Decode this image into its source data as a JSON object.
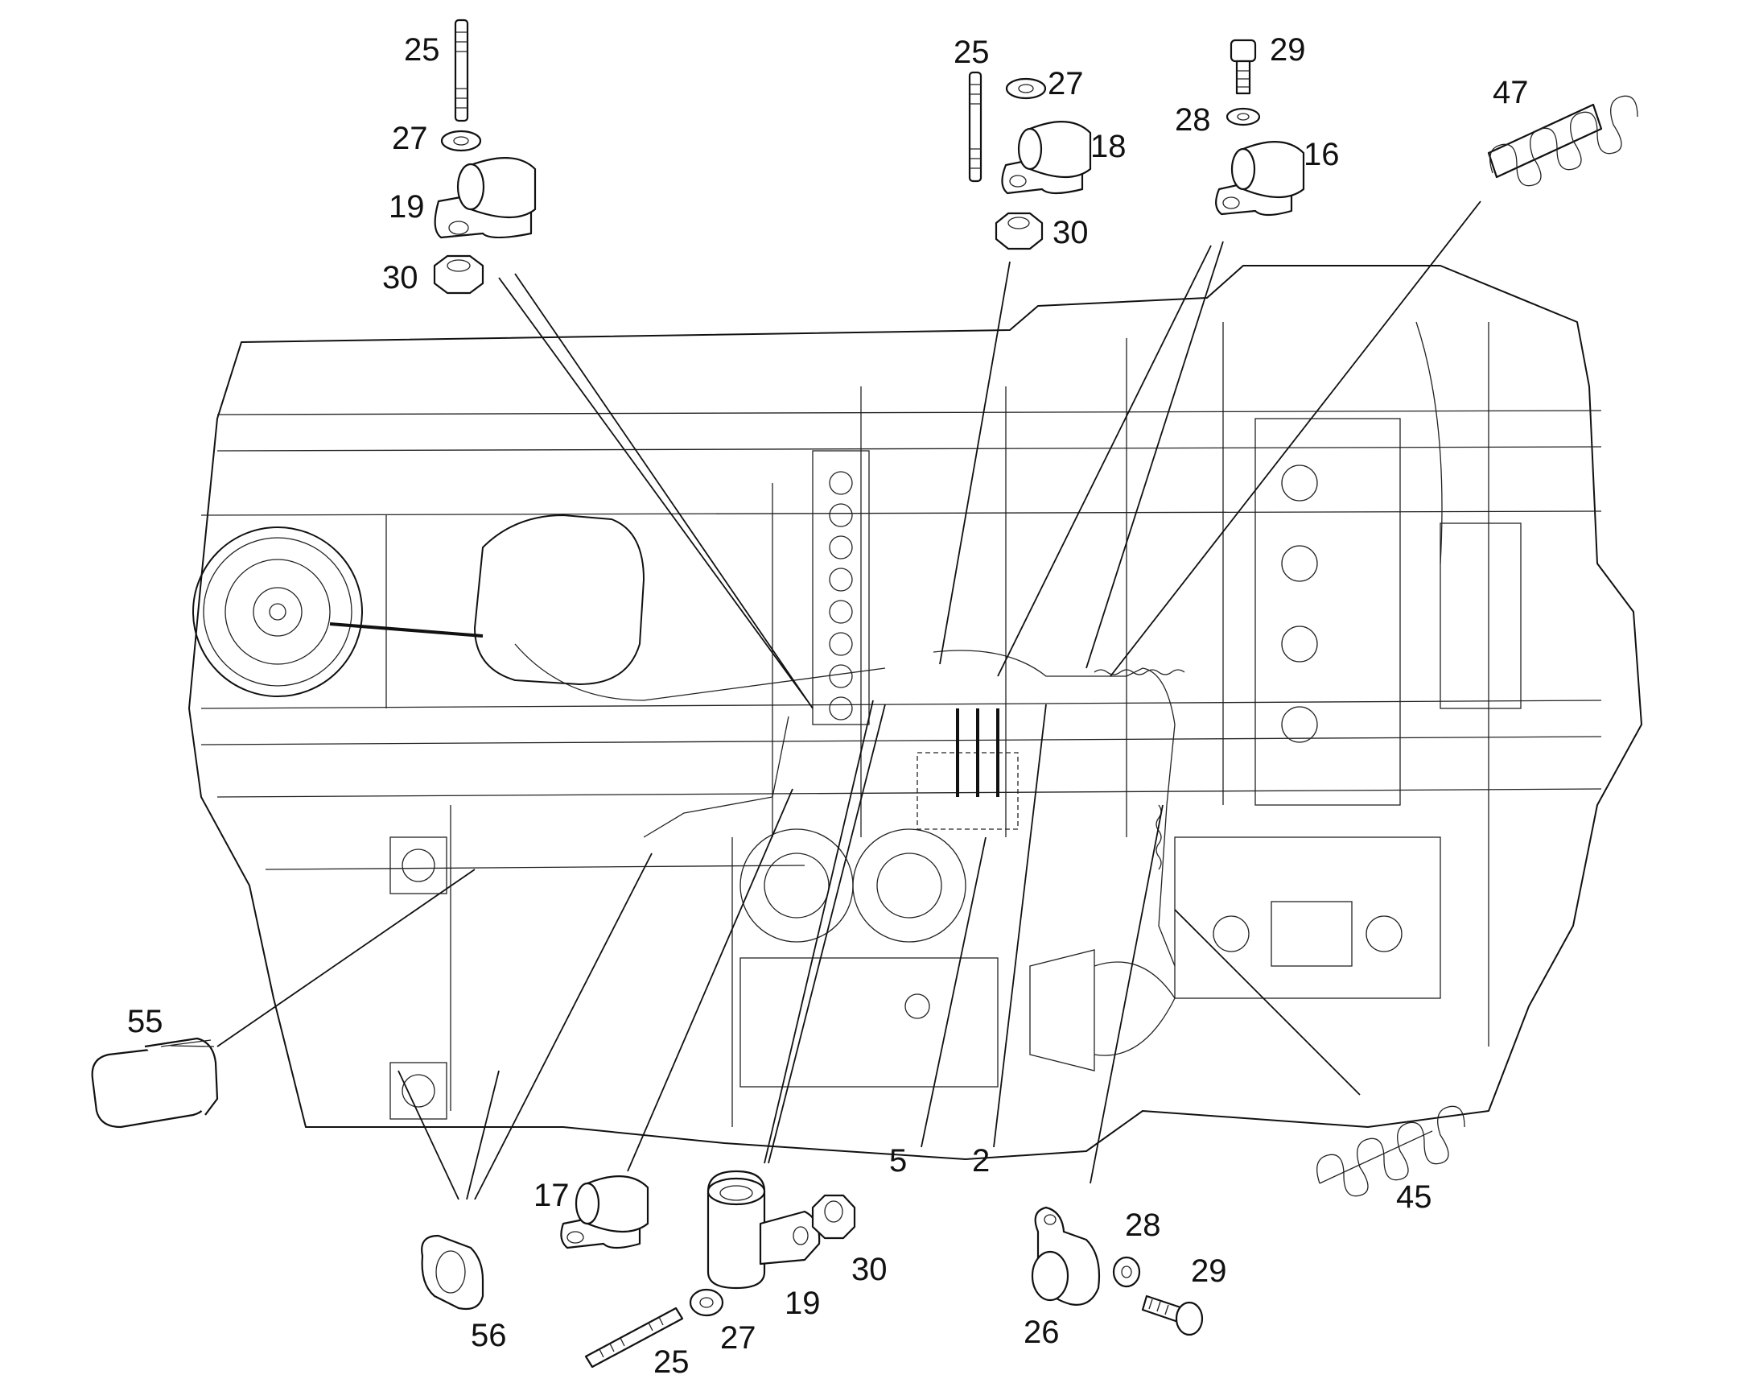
{
  "callouts": {
    "c25_top_left": "25",
    "c27_top_left": "27",
    "c19_top_left": "19",
    "c30_top_left": "30",
    "c25_top_mid": "25",
    "c27_top_mid": "27",
    "c18": "18",
    "c30_top_mid": "30",
    "c29_top": "29",
    "c28_top": "28",
    "c16": "16",
    "c47": "47",
    "c55": "55",
    "c56": "56",
    "c17": "17",
    "c5": "5",
    "c2": "2",
    "c19_bottom": "19",
    "c30_bottom": "30",
    "c27_bottom": "27",
    "c25_bottom": "25",
    "c26": "26",
    "c28_bottom": "28",
    "c29_bottom": "29",
    "c45": "45"
  }
}
